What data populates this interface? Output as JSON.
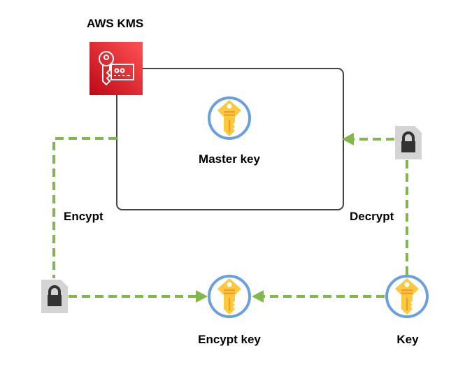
{
  "diagram": {
    "title": "AWS KMS",
    "nodes": {
      "kms_service": {
        "label": "AWS KMS",
        "icon": "kms-key-card-icon",
        "color": "#d6232f"
      },
      "master_key": {
        "label": "Master key",
        "icon": "key-icon"
      },
      "encrypt_key": {
        "label": "Encypt key",
        "icon": "key-icon"
      },
      "key": {
        "label": "Key",
        "icon": "key-icon"
      },
      "locked_doc_left": {
        "icon": "locked-document-icon"
      },
      "locked_doc_right": {
        "icon": "locked-document-icon"
      }
    },
    "edges": [
      {
        "from": "master_key",
        "to": "locked_doc_left",
        "label": "Encypt",
        "style": "dashed",
        "arrow": "none"
      },
      {
        "from": "locked_doc_left",
        "to": "encrypt_key",
        "label": "",
        "style": "dashed",
        "arrow": "end"
      },
      {
        "from": "key",
        "to": "encrypt_key",
        "label": "",
        "style": "dashed",
        "arrow": "end"
      },
      {
        "from": "key",
        "to": "locked_doc_right",
        "label": "Decrypt",
        "style": "dashed",
        "arrow": "none"
      },
      {
        "from": "locked_doc_right",
        "to": "master_key",
        "label": "",
        "style": "dashed",
        "arrow": "end"
      }
    ],
    "colors": {
      "edge": "#82b74b",
      "container_border": "#444444",
      "key_ring": "#6a9fe0",
      "key_body": "#fbc93e",
      "key_stripe": "#f09b2b",
      "doc_bg": "#d4d4d4",
      "lock": "#333333"
    }
  }
}
